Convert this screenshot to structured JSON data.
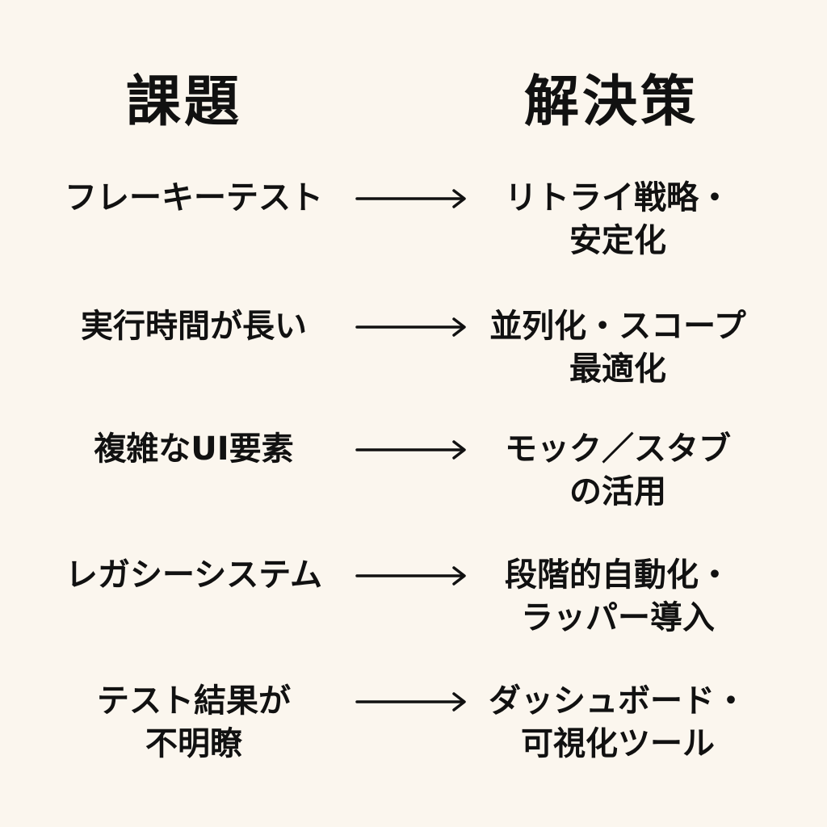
{
  "headers": {
    "problem": "課題",
    "solution": "解決策"
  },
  "rows": [
    {
      "problem": [
        "フレーキーテスト"
      ],
      "solution": [
        "リトライ戦略・",
        "安定化"
      ]
    },
    {
      "problem": [
        "実行時間が長い"
      ],
      "solution": [
        "並列化・スコープ",
        "最適化"
      ]
    },
    {
      "problem": [
        "複雑なUI要素"
      ],
      "solution": [
        "モック／スタブ",
        "の活用"
      ]
    },
    {
      "problem": [
        "レガシーシステム"
      ],
      "solution": [
        "段階的自動化・",
        "ラッパー導入"
      ]
    },
    {
      "problem": [
        "テスト結果が",
        "不明瞭"
      ],
      "solution": [
        "ダッシュボード・",
        "可視化ツール"
      ]
    }
  ],
  "colors": {
    "background": "#fbf6ee",
    "text": "#111111"
  }
}
